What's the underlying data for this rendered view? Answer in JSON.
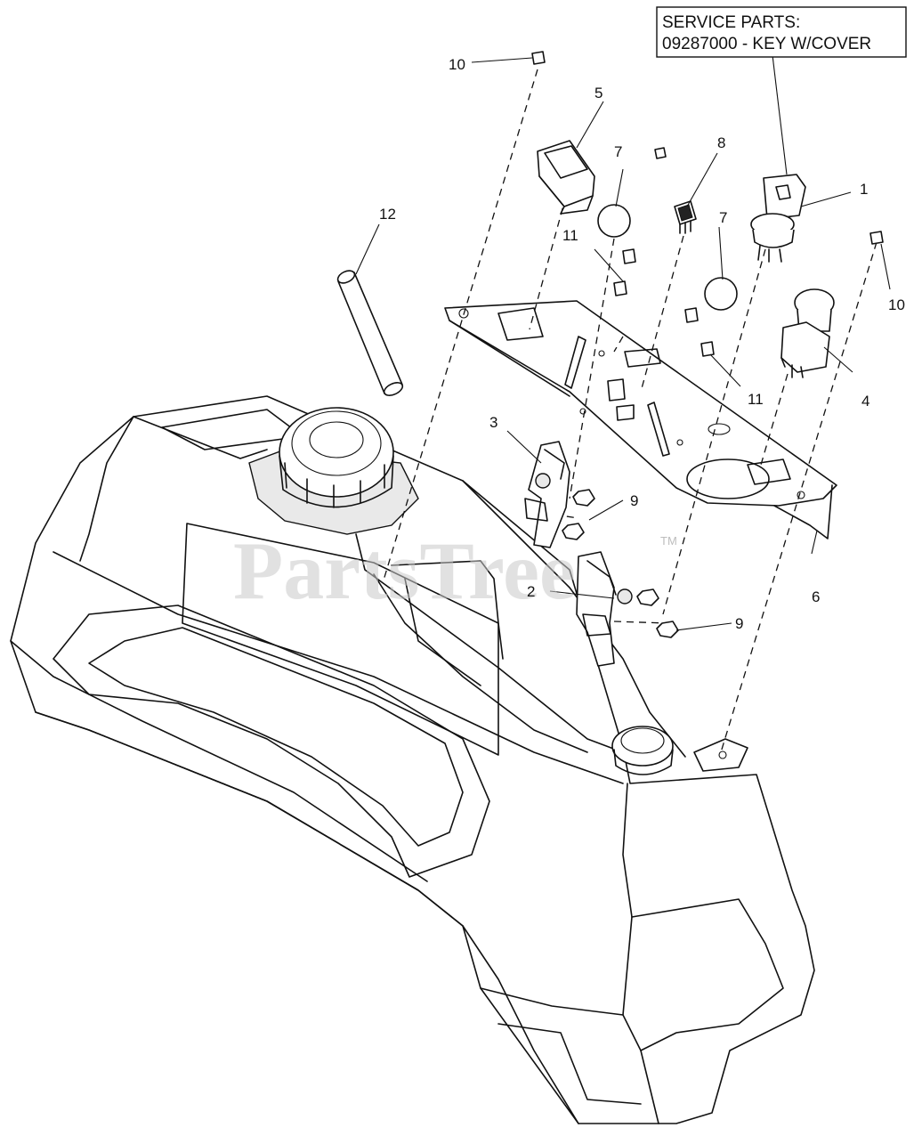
{
  "service_box": {
    "line1": "SERVICE PARTS:",
    "line2": "09287000 - KEY W/COVER"
  },
  "watermark": {
    "text": "PartsTree",
    "tm": "TM"
  },
  "callouts": {
    "c1": "1",
    "c2": "2",
    "c3": "3",
    "c4": "4",
    "c5": "5",
    "c6": "6",
    "c7a": "7",
    "c7b": "7",
    "c8": "8",
    "c9a": "9",
    "c9b": "9",
    "c10a": "10",
    "c10b": "10",
    "c11a": "11",
    "c11b": "11",
    "c12": "12"
  }
}
